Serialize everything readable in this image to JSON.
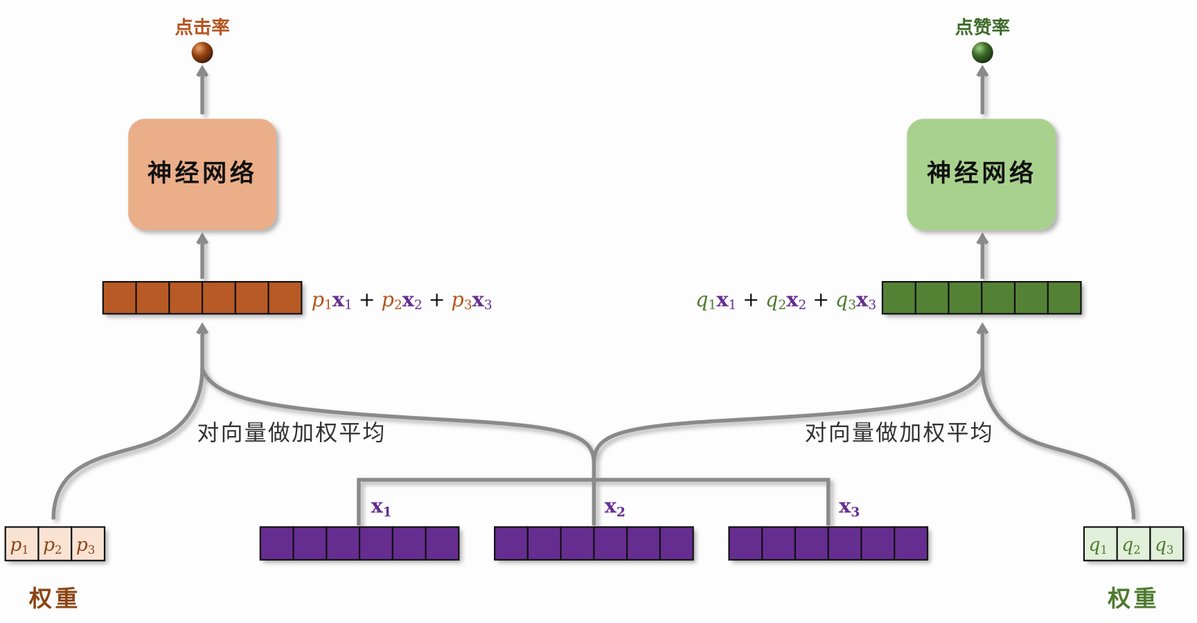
{
  "colors": {
    "brown": "#b5541e",
    "green": "#4e7a2f",
    "purple": "#662d91",
    "gray": "#808080",
    "nn_left": "#eaae88",
    "nn_right": "#a9d18e",
    "vec_left": "#b85a25",
    "vec_right": "#548235",
    "weights_left": "#fbe3d4",
    "weights_right": "#e2efda"
  },
  "left": {
    "output_label": "点击率",
    "network_label": "神经网络",
    "weighted_avg_label": "对向量做加权平均",
    "weights_label": "权重",
    "weight_symbol": "p",
    "weights": [
      "1",
      "2",
      "3"
    ]
  },
  "right": {
    "output_label": "点赞率",
    "network_label": "神经网络",
    "weighted_avg_label": "对向量做加权平均",
    "weights_label": "权重",
    "weight_symbol": "q",
    "weights": [
      "1",
      "2",
      "3"
    ]
  },
  "inputs": {
    "symbol": "x",
    "labels": [
      "1",
      "2",
      "3"
    ],
    "cells_per_vector": 6
  },
  "formula": {
    "plus": "+"
  }
}
